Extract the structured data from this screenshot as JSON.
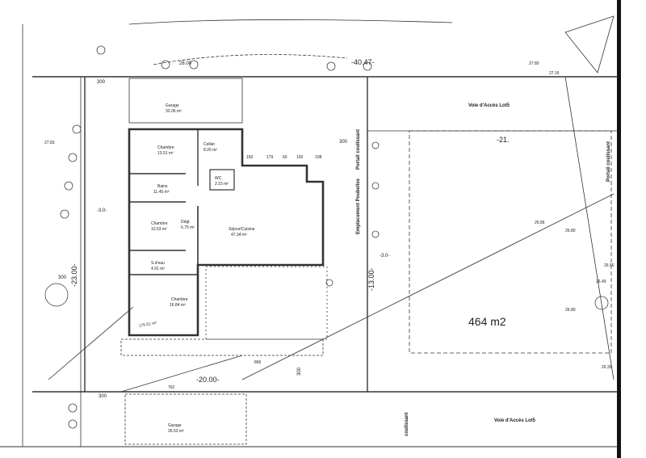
{
  "plan": {
    "access_road_top": "Voie d'Accès Lot5",
    "access_road_bottom": "Voie d'Accès Lot5",
    "gate": "Portail coulissant",
    "gate_bottom": "coulissant",
    "bins": "Emplacement Poubelles",
    "gate_right": "Portail coulissant",
    "area": "464 m2",
    "levels": [
      "-40.47-",
      "-21.",
      "-20.00-",
      "-23.00-",
      "-13.00-",
      "-3.0-",
      "-3.0-"
    ],
    "elevations": [
      "27.80",
      "27.16",
      "27.83",
      "26.86",
      "26.80",
      "26.56",
      "26.49",
      "26.80",
      "26.39"
    ],
    "dims": [
      "300",
      "28.00",
      "300",
      "300",
      "300",
      "300",
      "896",
      "762",
      "150",
      "179",
      "60",
      "100",
      "108"
    ],
    "rooms": [
      {
        "name": "Garage",
        "area": "32.06 m²"
      },
      {
        "name": "Chambre",
        "area": "13.51 m²"
      },
      {
        "name": "Cellier",
        "area": "8.26 m²"
      },
      {
        "name": "WC",
        "area": "2.15 m²"
      },
      {
        "name": "Bains",
        "area": "11.45 m²"
      },
      {
        "name": "Chambre",
        "area": "10.53 m²"
      },
      {
        "name": "Dégt.",
        "area": "6.75 m²"
      },
      {
        "name": "Séjour/Cuisine",
        "area": "47.34 m²"
      },
      {
        "name": "S.d'eau",
        "area": "4.91 m²"
      },
      {
        "name": "Chambre",
        "area": "16.84 m²"
      },
      {
        "name": "Garage",
        "area": "35.53 m²"
      }
    ],
    "terrace": "175.51 m²"
  }
}
